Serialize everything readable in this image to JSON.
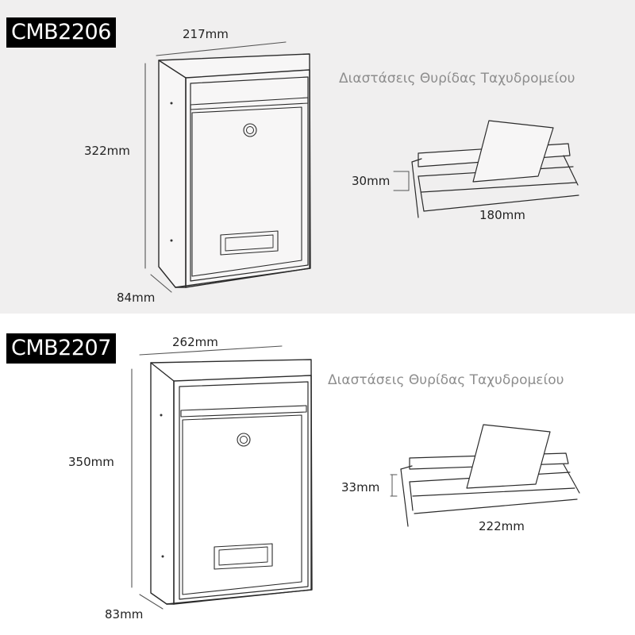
{
  "subtitle": "Διαστάσεις Θυρίδας Ταχυδρομείου",
  "models": [
    {
      "model": "CMB2206",
      "dimensions": {
        "width": "217mm",
        "height": "322mm",
        "depth": "84mm"
      },
      "slot": {
        "height": "30mm",
        "width": "180mm"
      }
    },
    {
      "model": "CMB2207",
      "dimensions": {
        "width": "262mm",
        "height": "350mm",
        "depth": "83mm"
      },
      "slot": {
        "height": "33mm",
        "width": "222mm"
      }
    }
  ]
}
